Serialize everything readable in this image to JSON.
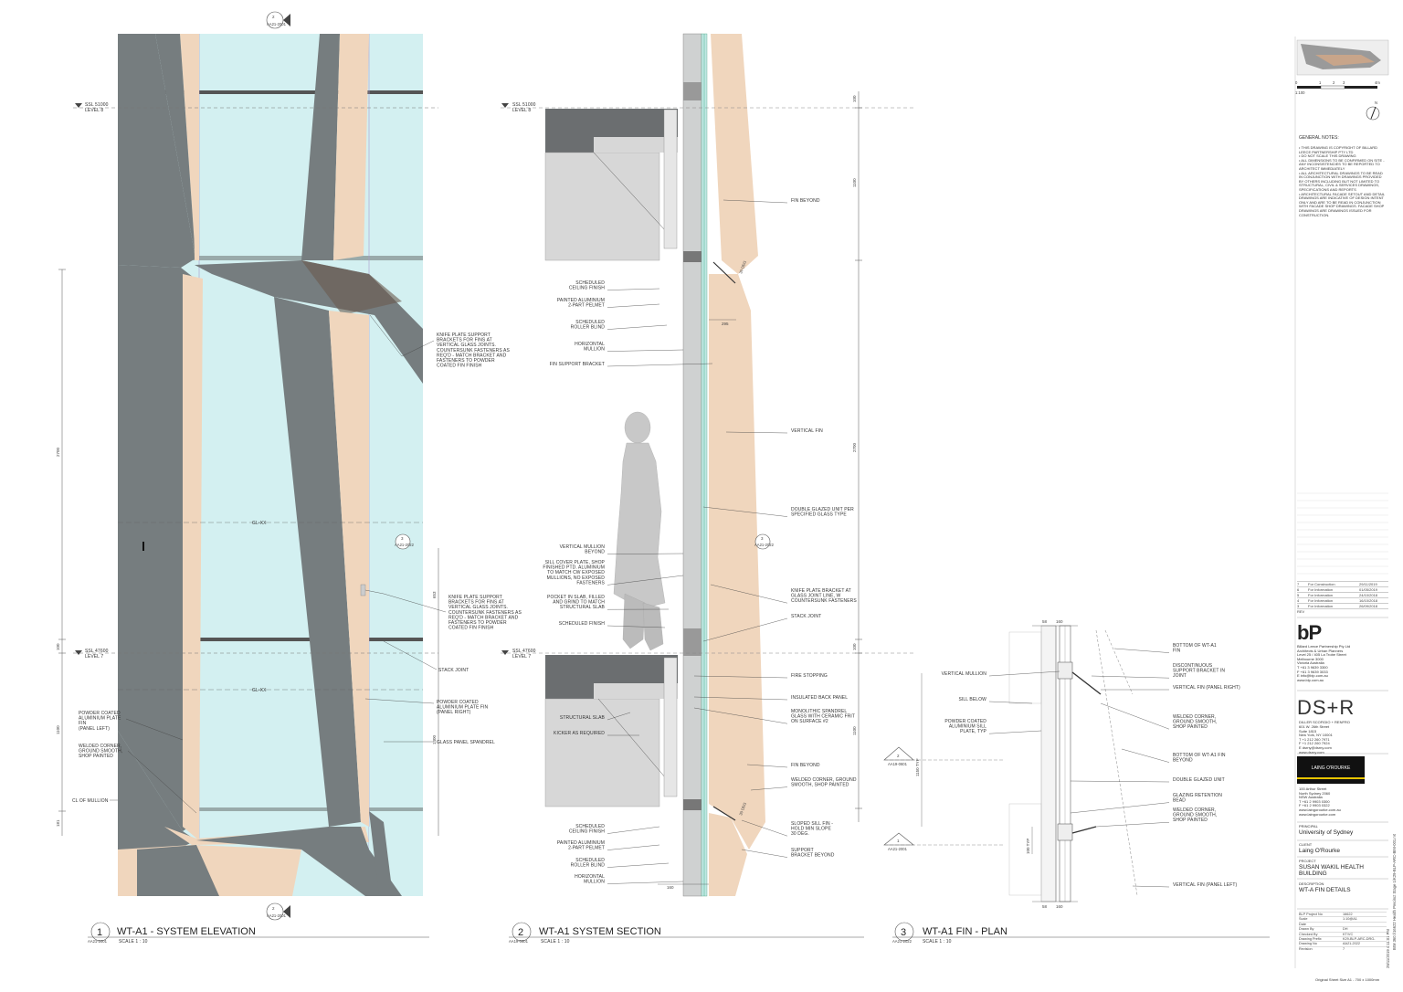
{
  "drawings": {
    "elevation": {
      "number": "1",
      "title": "WT-A1 - SYSTEM ELEVATION",
      "ref": "AA21-2001",
      "scale": "SCALE 1 : 10",
      "levels": [
        {
          "ssl": "SSL 51000",
          "name": "LEVEL 8"
        },
        {
          "ssl": "SSL 47600",
          "name": "LEVEL 7"
        }
      ],
      "grid_label_1": "GL-XX",
      "grid_label_2": "GL-XX",
      "callouts": {
        "knife_right": "KNIFE PLATE SUPPORT\nBRACKETS FOR FINS AT\nVERTICAL GLASS JOINTS.\nCOUNTERSUNK FASTENERS AS\nREQ'D - MATCH BRACKET AND\nFASTENERS TO POWDER\nCOATED FIN FINISH",
        "knife_mid": "KNIFE PLATE SUPPORT\nBRACKETS FOR FINS AT\nVERTICAL GLASS JOINTS.\nCOUNTERSUNK FASTENERS AS\nREQ'D - MATCH BRACKET AND\nFASTENERS TO POWDER\nCOATED FIN FINISH",
        "stack_joint": "STACK JOINT",
        "fin_right": "POWDER COATED\nALUMINIUM PLATE FIN\n(PANEL RIGHT)",
        "spandrel": "GLASS PANEL SPANDREL",
        "fin_left": "POWDER COATED\nALUMINIUM PLATE\nFIN\n(PANEL LEFT)",
        "welded": "WELDED CORNER,\nGROUND SMOOTH,\nSHOP PAINTED",
        "cl_mullion": "CL OF MULLION"
      },
      "dims": [
        "2700",
        "1100",
        "100",
        "181",
        "653",
        "1400"
      ],
      "section_marks": [
        {
          "num": "2",
          "ref": "AA21-2001"
        },
        {
          "num": "3",
          "ref": "AA21-2022"
        },
        {
          "num": "2",
          "ref": "AA21-2001"
        }
      ]
    },
    "section": {
      "number": "2",
      "title": "WT-A1 SYSTEM SECTION",
      "ref": "AA19-0601",
      "scale": "SCALE 1 : 10",
      "levels": [
        {
          "ssl": "SSL 51000",
          "name": "LEVEL 8"
        },
        {
          "ssl": "SSL 47600",
          "name": "LEVEL 7"
        }
      ],
      "left_callouts": [
        "SCHEDULED\nCEILING FINISH",
        "PAINTED ALUMINIUM\n2-PART PELMET",
        "SCHEDULED\nROLLER BLIND",
        "HORIZONTAL\nMULLION",
        "FIN SUPPORT BRACKET",
        "VERTICAL MULLION\nBEYOND",
        "SILL COVER PLATE, SHOP\nFINISHED PTD. ALUMINIUM\nTO MATCH CW EXPOSED\nMULLIONS, NO EXPOSED\nFASTENERS",
        "POCKET IN SLAB, FILLED\nAND GRIND TO MATCH\nSTRUCTURAL SLAB",
        "SCHEDULED FINISH",
        "STRUCTURAL SLAB",
        "KICKER AS REQUIRED",
        "SCHEDULED\nCEILING FINISH",
        "PAINTED ALUMINIUM\n2-PART PELMET",
        "SCHEDULED\nROLLER BLIND",
        "HORIZONTAL\nMULLION"
      ],
      "right_callouts": [
        "FIN BEYOND",
        "VERTICAL FIN",
        "DOUBLE GLAZED UNIT PER\nSPECIFIED GLASS TYPE",
        "KNIFE PLATE BRACKET AT\nGLASS JOINT LINE, W\nCOUNTERSUNK FASTENERS",
        "STACK JOINT",
        "FIRE STOPPING",
        "INSULATED BACK PANEL",
        "MONOLITHIC SPANDREL\nGLASS WITH CERAMIC FRIT\nON SURFACE #2",
        "FIN BEYOND",
        "WELDED CORNER, GROUND\nSMOOTH, SHOP PAINTED",
        "SLOPED SILL FIN -\nHOLD MIN SLOPE\n30 DEG.",
        "SUPPORT\nBRACKET BEYOND"
      ],
      "dims": [
        "100",
        "1100",
        "2700",
        "100",
        "1100",
        "295",
        "160",
        "30 DEG",
        "30 DEG"
      ],
      "section_mark": {
        "num": "3",
        "ref": "AA21-2022"
      }
    },
    "plan": {
      "number": "3",
      "title": "WT-A1 FIN - PLAN",
      "ref": "AA21-2022",
      "scale": "SCALE 1 : 10",
      "left_callouts": [
        "VERTICAL MULLION",
        "SILL BELOW",
        "POWDER COATED\nALUMINIUM SILL\nPLATE, TYP"
      ],
      "right_callouts": [
        "BOTTOM OF WT-A1\nFIN",
        "DISCONTINUOUS\nSUPPORT BRACKET IN\nJOINT",
        "VERTICAL FIN (PANEL RIGHT)",
        "WELDED CORNER,\nGROUND SMOOTH,\nSHOP PAINTED",
        "BOTTOM OF WT-A1 FIN\nBEYOND",
        "DOUBLE GLAZED UNIT",
        "GLAZING RETENTION\nBEAD",
        "WELDED CORNER,\nGROUND SMOOTH,\nSHOP PAINTED",
        "VERTICAL FIN (PANEL LEFT)"
      ],
      "dims": [
        "58",
        "160",
        "58",
        "160",
        "1150 TYP",
        "100 TYP"
      ],
      "section_marks": [
        {
          "num": "2",
          "ref": "AA19-0601"
        },
        {
          "num": "1",
          "ref": "AA21-2001"
        }
      ]
    }
  },
  "title_block": {
    "scale_ticks": [
      "0",
      "1",
      "2",
      "3",
      "4m"
    ],
    "scale_note": "1:100",
    "north": "N",
    "general_notes_heading": "GENERAL NOTES:",
    "general_notes": [
      "THIS DRAWING IS COPYRIGHT OF BILLARD LEECE PARTNERSHIP PTY LTD",
      "DO NOT SCALE THIS DRAWING",
      "ALL DIMENSIONS TO BE CONFIRMED ON SITE - ANY INCONSISTENCIES TO BE REPORTED TO ARCHITECT IMMEDIATELY",
      "ALL ARCHITECTURAL DRAWINGS TO BE READ IN CONJUNCTION WITH DRAWINGS PROVIDED BY OTHERS INCLUDING BUT NOT LIMITED TO STRUCTURAL, CIVIL & SERVICES DRAWINGS, SPECIFICATIONS AND REPORTS",
      "ARCHITECTURAL FACADE SETOUT AND DETAIL DRAWINGS ARE INDICATIVE OF DESIGN INTENT ONLY AND ARE TO BE READ IN CONJUNCTION WITH FACADE SHOP DRAWINGS. FACADE SHOP DRAWINGS ARE DRAWINGS ISSUED FOR CONSTRUCTION."
    ],
    "revisions": [
      {
        "rev": "7",
        "desc": "For Construction",
        "date": "29/11/2019"
      },
      {
        "rev": "6",
        "desc": "For Information",
        "date": "01/05/2019"
      },
      {
        "rev": "5",
        "desc": "For Information",
        "date": "24/10/2018"
      },
      {
        "rev": "4",
        "desc": "For Information",
        "date": "16/10/2018"
      },
      {
        "rev": "3",
        "desc": "For Information",
        "date": "26/09/2018"
      },
      {
        "rev": "REV",
        "desc": "",
        "date": ""
      }
    ],
    "architect": {
      "logo": "bP",
      "name": "Billard Leece Partnership Pty Ltd\nArchitects & Urban Planners\nLevel 25 / 405 La Trobe Street\nMelbourne 3000\nVictoria Australia\nT +61 3 9639 3300\nF +61 3 9639 3033\nE info@blp.com.au\nwww.blp.com.au"
    },
    "design_architect": {
      "logo": "DS+R",
      "name": "DILLER SCOFIDIO + RENFRO",
      "address": "601 W. 26th Street\nSuite 1815\nNew York, NY 10001\nT +1 212 260 7971\nF +1 212 260 7924\nE dsrny@dsrny.com\nwww.dsrny.com"
    },
    "builder": {
      "logo": "LAING O'ROURKE",
      "address": "100 Arthur Street\nNorth Sydney 2060\nNSW Australia\nT +61 2 9903 0300\nF +61 2 9903 0322\nwww.laingorourke.com.au\nwww.laingorourke.com"
    },
    "principal_label": "PRINCIPAL",
    "principal": "University of Sydney",
    "client_label": "CLIENT",
    "client": "Laing O'Rourke",
    "project_label": "PROJECT",
    "project": "SUSAN WAKIL HEALTH\nBUILDING",
    "description_label": "DESCRIPTION",
    "description": "WT-A FIN DETAILS",
    "meta": [
      {
        "k": "BLP Project No",
        "v": "16622"
      },
      {
        "k": "Scale",
        "v": "1:10@A1"
      },
      {
        "k": "Date",
        "v": ""
      },
      {
        "k": "Drawn By",
        "v": "DH"
      },
      {
        "k": "Checked By",
        "v": "KT/VC"
      },
      {
        "k": "Drawing Prefix",
        "v": "K29-BLP-ARC-DRG-"
      },
      {
        "k": "Drawing No",
        "v": "AA21-2022"
      },
      {
        "k": "Revision",
        "v": "7"
      }
    ],
    "vertical_stamp": "BIM 360://16622 Health Precinct Stage 1/K29-BLP-ARC-BIM-001.rvt",
    "vertical_date": "29/11/2019 4:11:01 PM",
    "sheet_size": "Original Sheet Size A1 - 700 x 1000mm"
  }
}
